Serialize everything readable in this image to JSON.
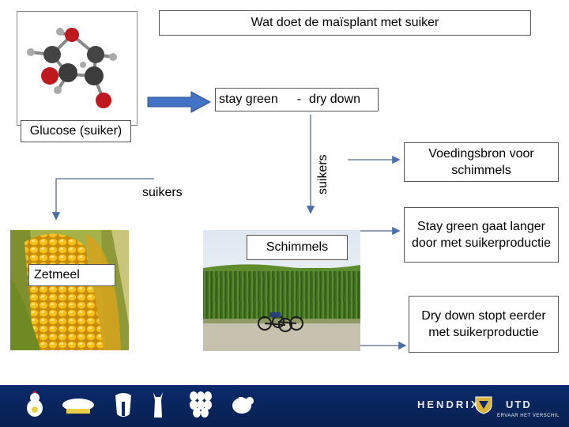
{
  "title": "Wat doet de maïsplant met suiker",
  "stay_dry": {
    "stay": "stay green",
    "sep": "-",
    "dry": "dry down"
  },
  "glucose_label": "Glucose (suiker)",
  "suikers_left": "suikers",
  "suikers_vertical": "suikers",
  "schimmels_label": "Schimmels",
  "zetmeel_label": "Zetmeel",
  "notes": {
    "voeding": "Voedingsbron voor schimmels",
    "stay_green": "Stay green gaat langer door met suikerproductie",
    "dry_down": "Dry down stopt eerder met suikerproductie"
  },
  "footer": {
    "brand": "HENDRIX",
    "brand_suffix": "UTD",
    "tagline": "ERVAAR HET VERSCHIL",
    "icons": [
      "chicken-icon",
      "pig-icon",
      "cow-icon",
      "goat-icon",
      "eggs-icon",
      "piggy-bank-icon"
    ]
  },
  "colors": {
    "arrow_blue": "#4472c4",
    "footer_navy": "#0b2a6b",
    "atom_red": "#c0181f",
    "atom_gray": "#3c3c3c"
  }
}
